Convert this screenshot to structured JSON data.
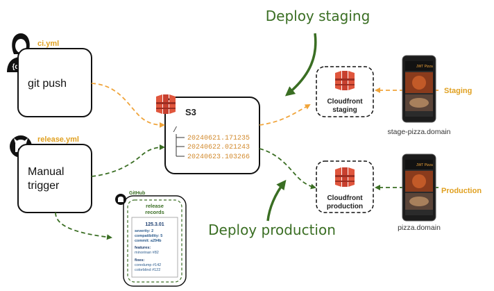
{
  "annotations": {
    "deploy_staging": "Deploy staging",
    "deploy_production": "Deploy production"
  },
  "dev": {
    "badge": "{dev}",
    "workflow_file": "ci.yml",
    "action": "git push"
  },
  "github_actor": {
    "workflow_file": "release.yml",
    "action_line1": "Manual",
    "action_line2": "trigger"
  },
  "s3": {
    "title": "S3",
    "root": "/",
    "versions": [
      "20240621.171235",
      "20240622.021243",
      "20240623.103266"
    ]
  },
  "staging": {
    "cdn_line1": "Cloudfront",
    "cdn_line2": "staging",
    "label": "Staging",
    "domain": "stage-pizza.domain",
    "phone_title": "JWT Pizza"
  },
  "production": {
    "cdn_line1": "Cloudfront",
    "cdn_line2": "production",
    "label": "Production",
    "domain": "pizza.domain",
    "phone_title": "JWT Pizza"
  },
  "release_records": {
    "github_label": "GitHub",
    "title_line1": "release",
    "title_line2": "records",
    "version": "125.3.01",
    "details": [
      "severity: 2",
      "compatibility: 5",
      "commit: a294b"
    ],
    "features_heading": "features:",
    "features": [
      "minorinan #82"
    ],
    "fixes_heading": "fixes:",
    "fixes": [
      "coredump #142",
      "colorblind #122"
    ]
  },
  "colors": {
    "orange_arrow": "#f0a43a",
    "green_arrow": "#3a6e23",
    "label_gold": "#e0a020",
    "aws_red": "#d04732",
    "version_text": "#d28a2e"
  }
}
